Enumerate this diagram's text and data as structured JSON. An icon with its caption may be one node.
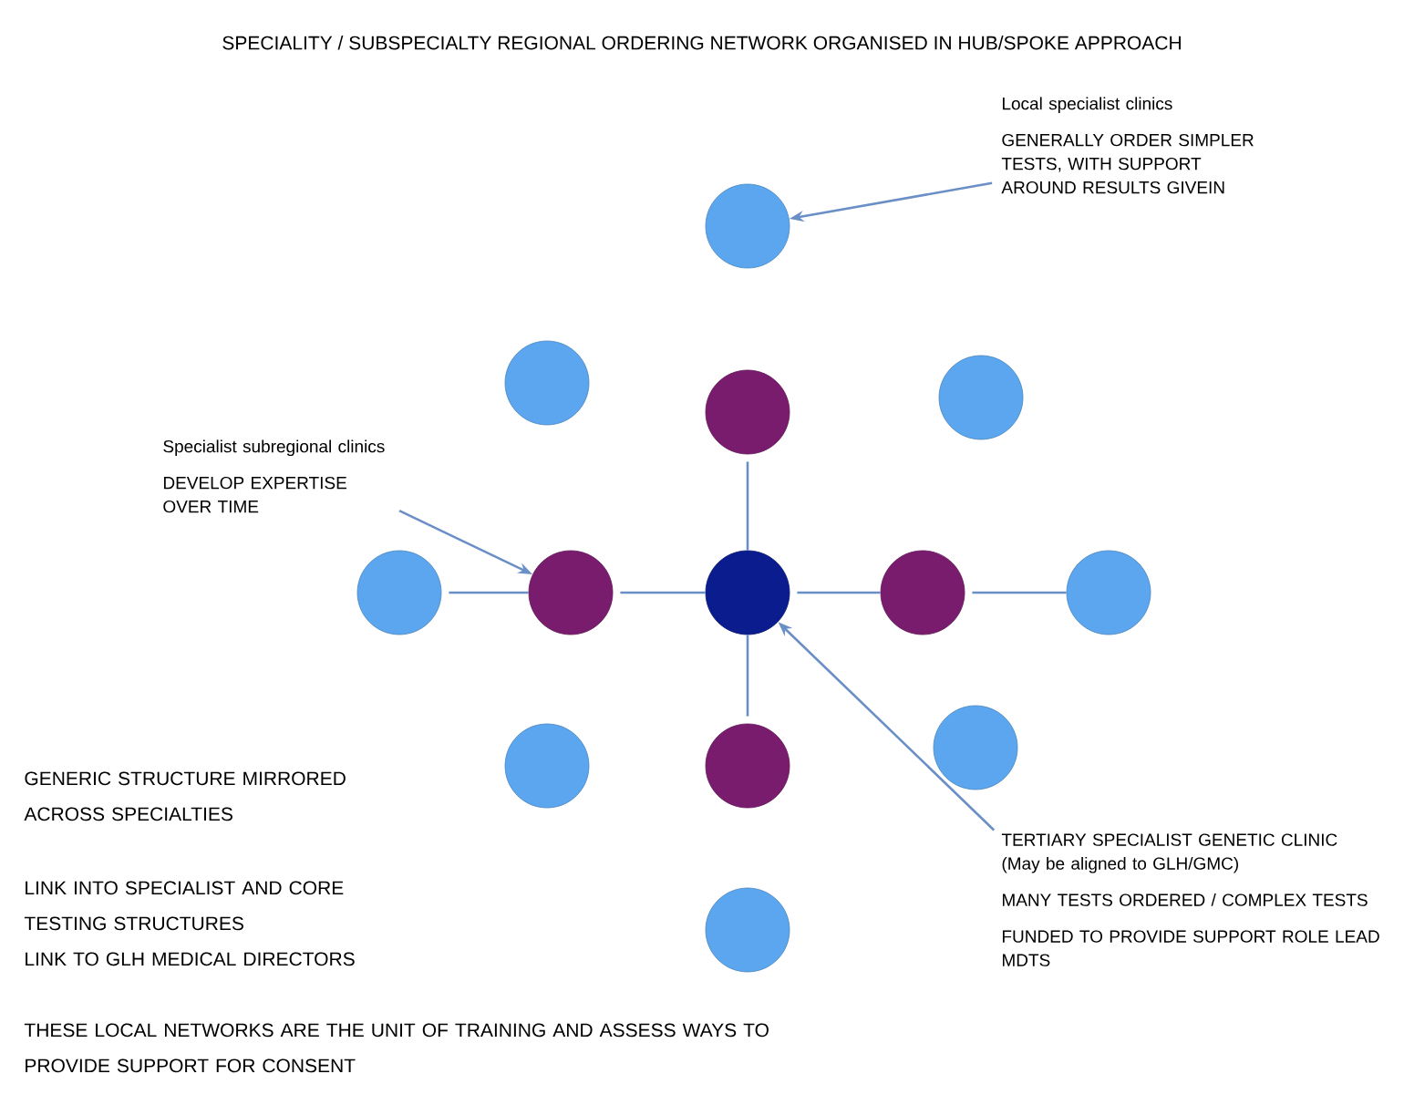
{
  "diagram": {
    "title": "SPECIALITY / SUBSPECIALTY REGIONAL ORDERING NETWORK ORGANISED IN HUB/SPOKE APPROACH",
    "nodes": [
      {
        "text": [],
        "shape": "circle"
      },
      {
        "text": [],
        "shape": "circle"
      },
      {
        "text": [],
        "shape": "circle"
      },
      {
        "text": [],
        "shape": "circle"
      },
      {
        "text": [],
        "shape": "circle"
      },
      {
        "text": [],
        "shape": "circle"
      },
      {
        "text": [],
        "shape": "circle"
      },
      {
        "text": [],
        "shape": "circle"
      },
      {
        "text": [],
        "shape": "circle"
      },
      {
        "text": [],
        "shape": "circle"
      },
      {
        "text": [],
        "shape": "circle"
      },
      {
        "text": [],
        "shape": "circle"
      },
      {
        "text": [],
        "shape": "circle"
      },
      {
        "text": [
          "Local specialist clinics",
          "GENERALLY ORDER SIMPLER TESTS, WITH SUPPORT AROUND RESULTS GIVEIN"
        ]
      },
      {
        "text": [
          "Specialist subregional clinics",
          "DEVELOP EXPERTISE OVER TIME"
        ]
      },
      {
        "text": [
          "TERTIARY SPECIALIST GENETIC CLINIC (May be aligned to GLH/GMC)",
          "MANY TESTS ORDERED / COMPLEX TESTS",
          "FUNDED TO PROVIDE SUPPORT ROLE LEAD MDTS"
        ]
      }
    ],
    "edges": [
      {
        "from": 1,
        "to": 0,
        "arrow": "none"
      },
      {
        "from": 2,
        "to": 0,
        "arrow": "none"
      },
      {
        "from": 0,
        "to": 3,
        "arrow": "none"
      },
      {
        "from": 4,
        "to": 0,
        "arrow": "none"
      },
      {
        "from": 8,
        "to": 2,
        "arrow": "none"
      },
      {
        "from": 3,
        "to": 9,
        "arrow": "none"
      },
      {
        "from": 13,
        "to": 5,
        "arrow": "to"
      },
      {
        "from": 14,
        "to": 2,
        "arrow": "to"
      },
      {
        "from": 15,
        "to": 0,
        "arrow": "to"
      }
    ],
    "labels": [
      "GENERIC STRUCTURE MIRRORED ACROSS SPECIALTIES",
      "LINK INTO SPECIALIST AND CORE TESTING STRUCTURES",
      "LINK TO GLH MEDICAL DIRECTORS",
      "THESE LOCAL NETWORKS ARE THE UNIT OF TRAINING AND ASSESS WAYS TO PROVIDE SUPPORT FOR CONSENT"
    ]
  }
}
